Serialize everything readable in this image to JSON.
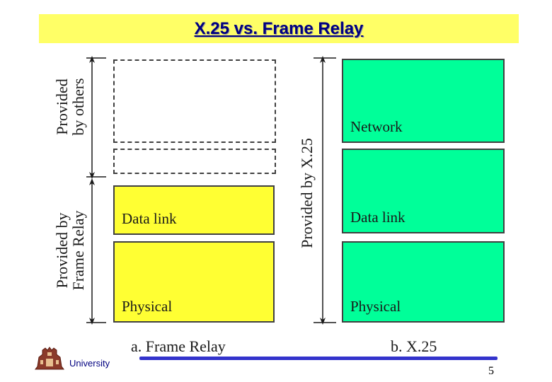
{
  "slide": {
    "title": "X.25 vs. Frame Relay",
    "page_number": "5",
    "footer_org": "University"
  },
  "frame_relay": {
    "caption": "a. Frame  Relay",
    "bracket_top": "Provided by others",
    "bracket_top_lines": [
      "Provided",
      "by others"
    ],
    "bracket_bottom_lines": [
      "Provided by",
      "Frame Relay"
    ],
    "layers": [
      "Data link",
      "Physical"
    ]
  },
  "x25": {
    "caption": "b. X.25",
    "bracket": "Provided by X.25",
    "layers": [
      "Network",
      "Data link",
      "Physical"
    ]
  },
  "colors": {
    "title_bg": "#ffff66",
    "title_text": "#000080",
    "frame_relay_fill": "#ffff33",
    "x25_fill": "#00ff99",
    "footer_line": "#3333cc"
  }
}
